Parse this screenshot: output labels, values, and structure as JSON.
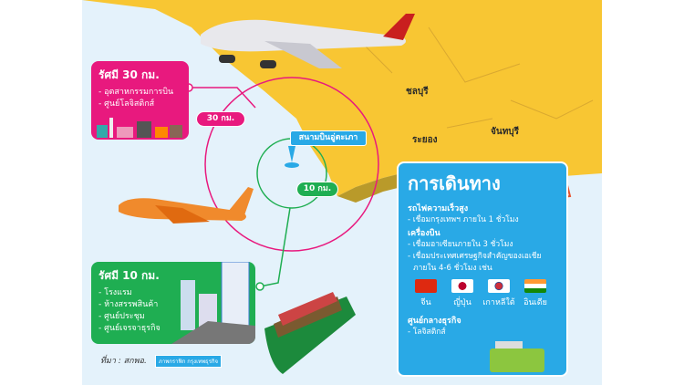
{
  "map": {
    "labels": {
      "chonburi": "ชลบุรี",
      "chanthaburi": "จันทบุรี",
      "rayong": "ระยอง"
    },
    "airport_label": "สนามบินอู่ตะเภา",
    "radius_30_pill": "30 กม.",
    "radius_10_pill": "10 กม."
  },
  "radius_30": {
    "title": "รัศมี 30 กม.",
    "items": [
      "- อุตสาหกรรมการบิน",
      "- ศูนย์โลจิสติกส์"
    ],
    "color": "#e8197e"
  },
  "radius_10": {
    "title": "รัศมี 10 กม.",
    "items": [
      "- โรงแรม",
      "- ห้างสรรพสินค้า",
      "- ศูนย์ประชุม",
      "- ศูนย์เจรจาธุรกิจ"
    ],
    "color": "#1fae52"
  },
  "travel": {
    "title": "การเดินทาง",
    "color": "#29a9e6",
    "train_heading": "รถไฟความเร็วสูง",
    "train_items": [
      "- เชื่อมกรุงเทพฯ ภายใน 1 ชั่วโมง"
    ],
    "plane_heading": "เครื่องบิน",
    "plane_items": [
      "- เชื่อมอาเซียนภายใน 3 ชั่วโมง",
      "- เชื่อมประเทศเศรษฐกิจสำคัญของเอเชีย",
      "  ภายใน 4-6 ชั่วโมง เช่น"
    ],
    "countries": [
      "จีน",
      "ญี่ปุ่น",
      "เกาหลีใต้",
      "อินเดีย"
    ],
    "business_heading": "ศูนย์กลางธุรกิจ",
    "business_items": [
      "- โลจิสติกส์"
    ]
  },
  "footer": {
    "source": "ที่มา : สกพอ.",
    "credit_logo": "ภาพกราฟิก กรุงเทพธุรกิจ"
  }
}
